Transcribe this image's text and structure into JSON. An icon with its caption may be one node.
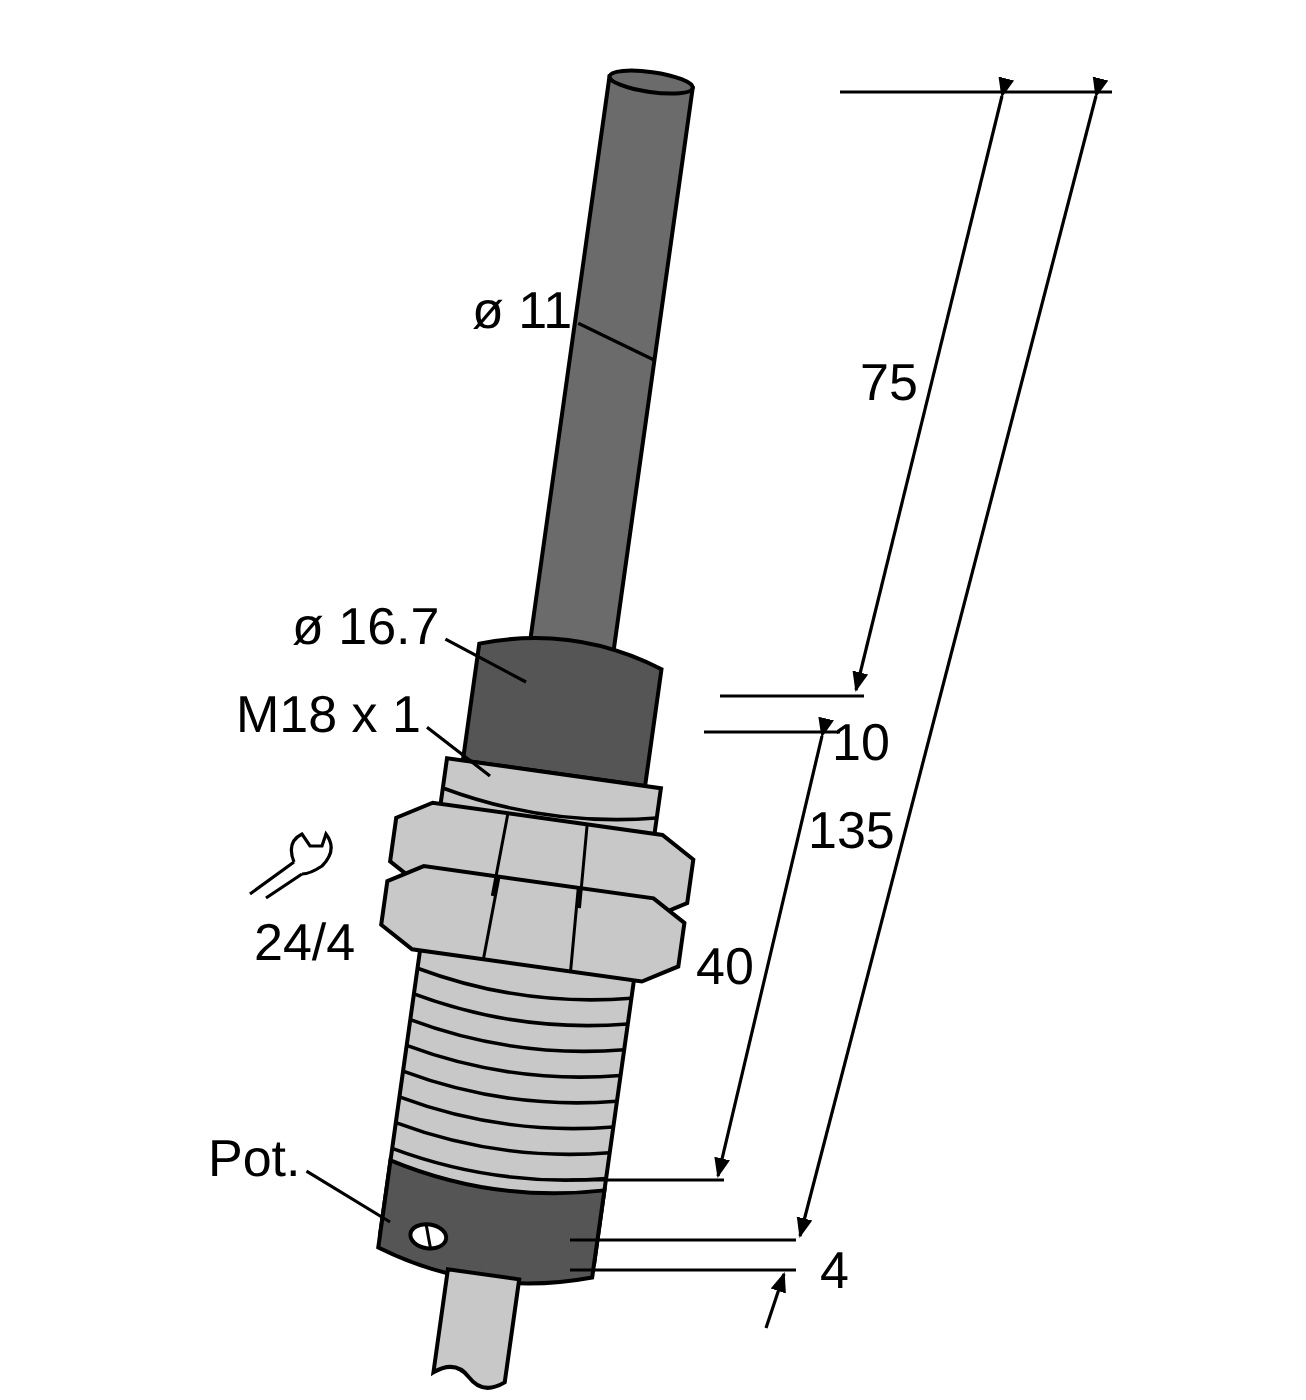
{
  "diagram": {
    "nodes": [
      {
        "text": [
          "ø 11"
        ]
      },
      {
        "text": [
          "ø 16.7"
        ]
      },
      {
        "text": [
          "M18 x 1"
        ]
      },
      {
        "text": [
          "Pot."
        ]
      }
    ],
    "edges": [
      {
        "from": 0,
        "to": null,
        "arrow": "none"
      },
      {
        "from": 1,
        "to": null,
        "arrow": "none"
      },
      {
        "from": 2,
        "to": null,
        "arrow": "none"
      },
      {
        "from": 3,
        "to": null,
        "arrow": "none"
      }
    ],
    "labels": [
      "75",
      "10",
      "135",
      "24/4",
      "40",
      "4"
    ]
  }
}
